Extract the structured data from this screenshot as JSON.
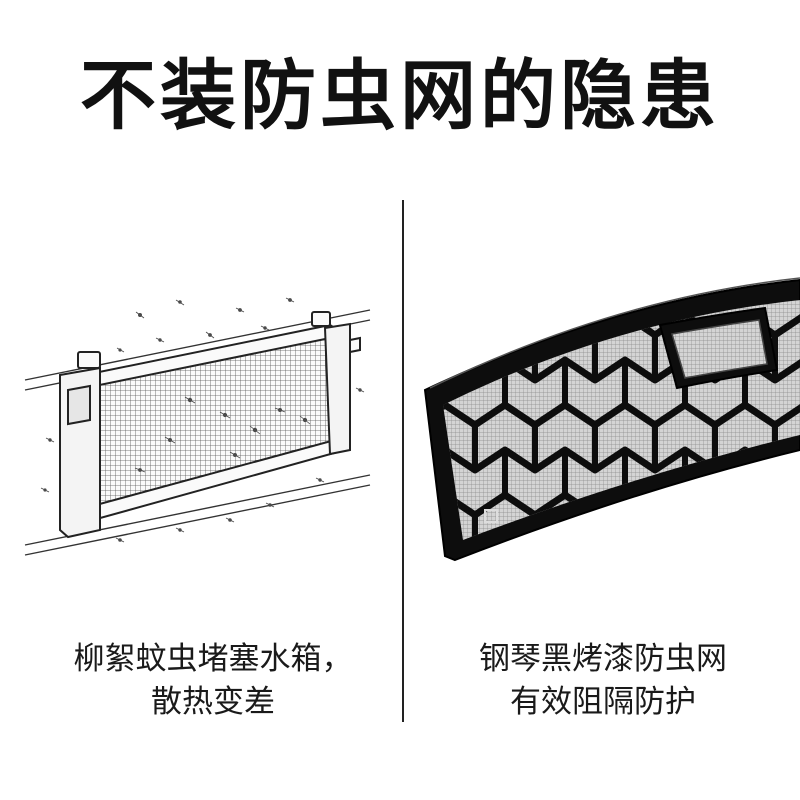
{
  "title": "不装防虫网的隐患",
  "left_panel": {
    "caption_line1": "柳絮蚊虫堵塞水箱，",
    "caption_line2": "散热变差",
    "illustration": "radiator-clogged-by-insects"
  },
  "right_panel": {
    "caption_line1": "钢琴黑烤漆防虫网",
    "caption_line2": "有效阻隔防护",
    "illustration": "piano-black-insect-screen-grille"
  },
  "colors": {
    "text": "#111111",
    "divider": "#222222",
    "grille": "#0d0d0d",
    "mesh": "#c8c8c8"
  }
}
